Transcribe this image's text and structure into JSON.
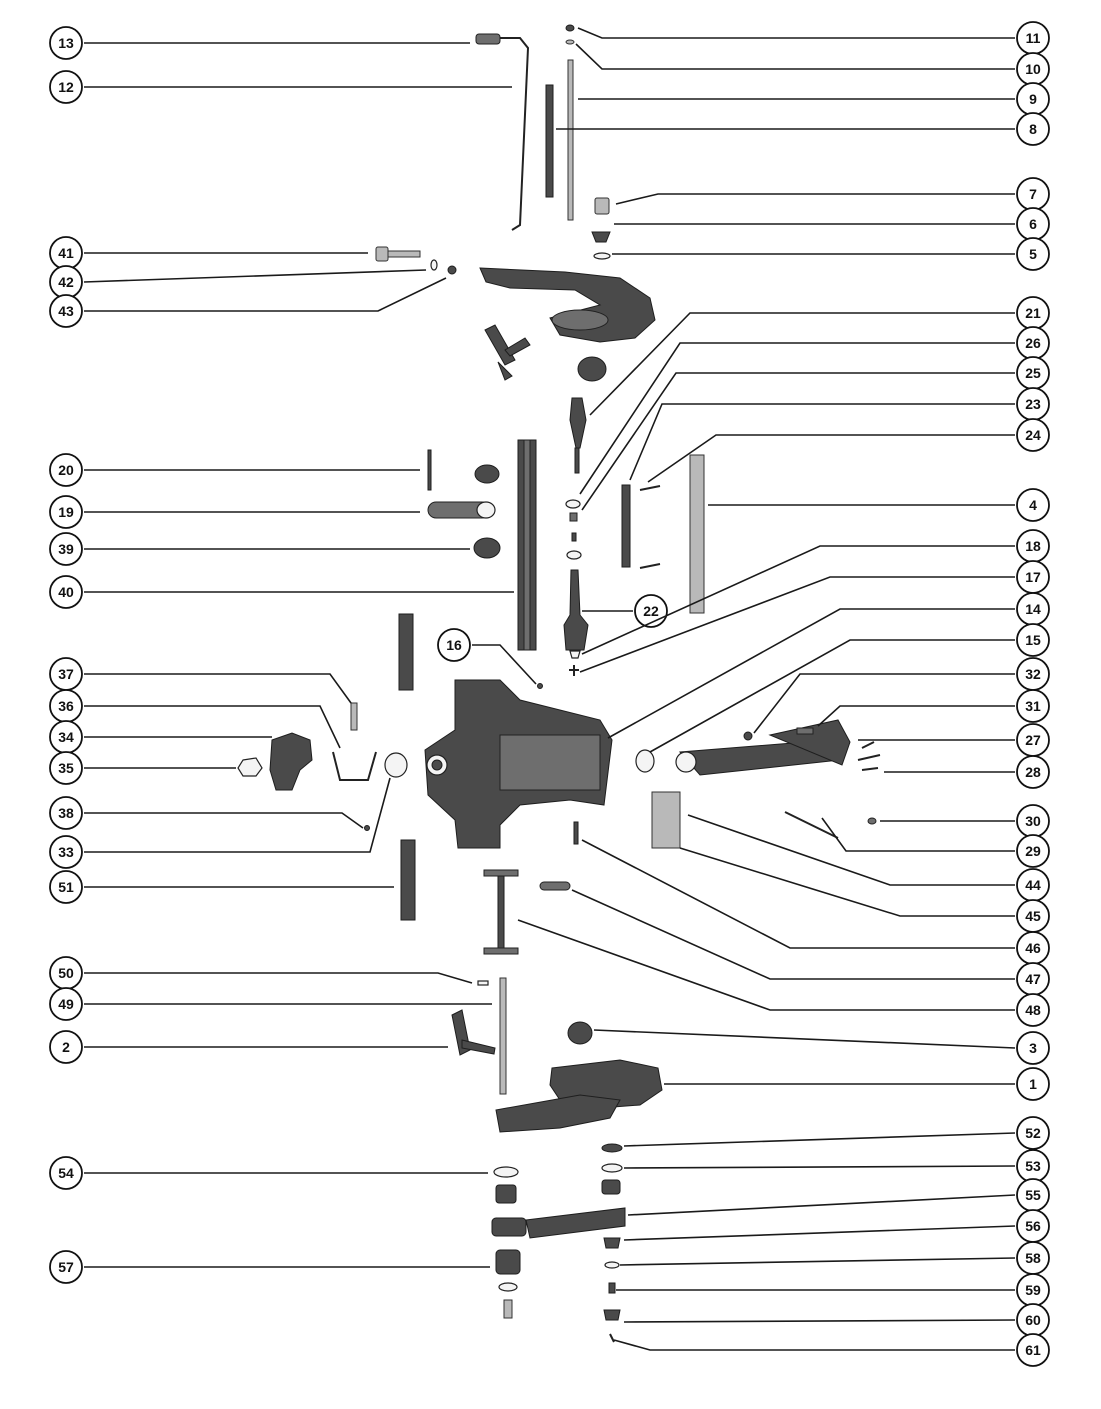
{
  "diagram": {
    "callouts": [
      {
        "label": "13"
      },
      {
        "label": "12"
      },
      {
        "label": "41"
      },
      {
        "label": "42"
      },
      {
        "label": "43"
      },
      {
        "label": "20"
      },
      {
        "label": "19"
      },
      {
        "label": "39"
      },
      {
        "label": "40"
      },
      {
        "label": "16"
      },
      {
        "label": "37"
      },
      {
        "label": "36"
      },
      {
        "label": "34"
      },
      {
        "label": "35"
      },
      {
        "label": "38"
      },
      {
        "label": "33"
      },
      {
        "label": "51"
      },
      {
        "label": "50"
      },
      {
        "label": "49"
      },
      {
        "label": "2"
      },
      {
        "label": "54"
      },
      {
        "label": "57"
      },
      {
        "label": "11"
      },
      {
        "label": "10"
      },
      {
        "label": "9"
      },
      {
        "label": "8"
      },
      {
        "label": "7"
      },
      {
        "label": "6"
      },
      {
        "label": "5"
      },
      {
        "label": "21"
      },
      {
        "label": "26"
      },
      {
        "label": "25"
      },
      {
        "label": "23"
      },
      {
        "label": "24"
      },
      {
        "label": "4"
      },
      {
        "label": "22"
      },
      {
        "label": "18"
      },
      {
        "label": "17"
      },
      {
        "label": "14"
      },
      {
        "label": "15"
      },
      {
        "label": "32"
      },
      {
        "label": "31"
      },
      {
        "label": "27"
      },
      {
        "label": "28"
      },
      {
        "label": "30"
      },
      {
        "label": "29"
      },
      {
        "label": "44"
      },
      {
        "label": "45"
      },
      {
        "label": "46"
      },
      {
        "label": "47"
      },
      {
        "label": "48"
      },
      {
        "label": "3"
      },
      {
        "label": "1"
      },
      {
        "label": "52"
      },
      {
        "label": "53"
      },
      {
        "label": "55"
      },
      {
        "label": "56"
      },
      {
        "label": "58"
      },
      {
        "label": "59"
      },
      {
        "label": "60"
      },
      {
        "label": "61"
      }
    ]
  }
}
